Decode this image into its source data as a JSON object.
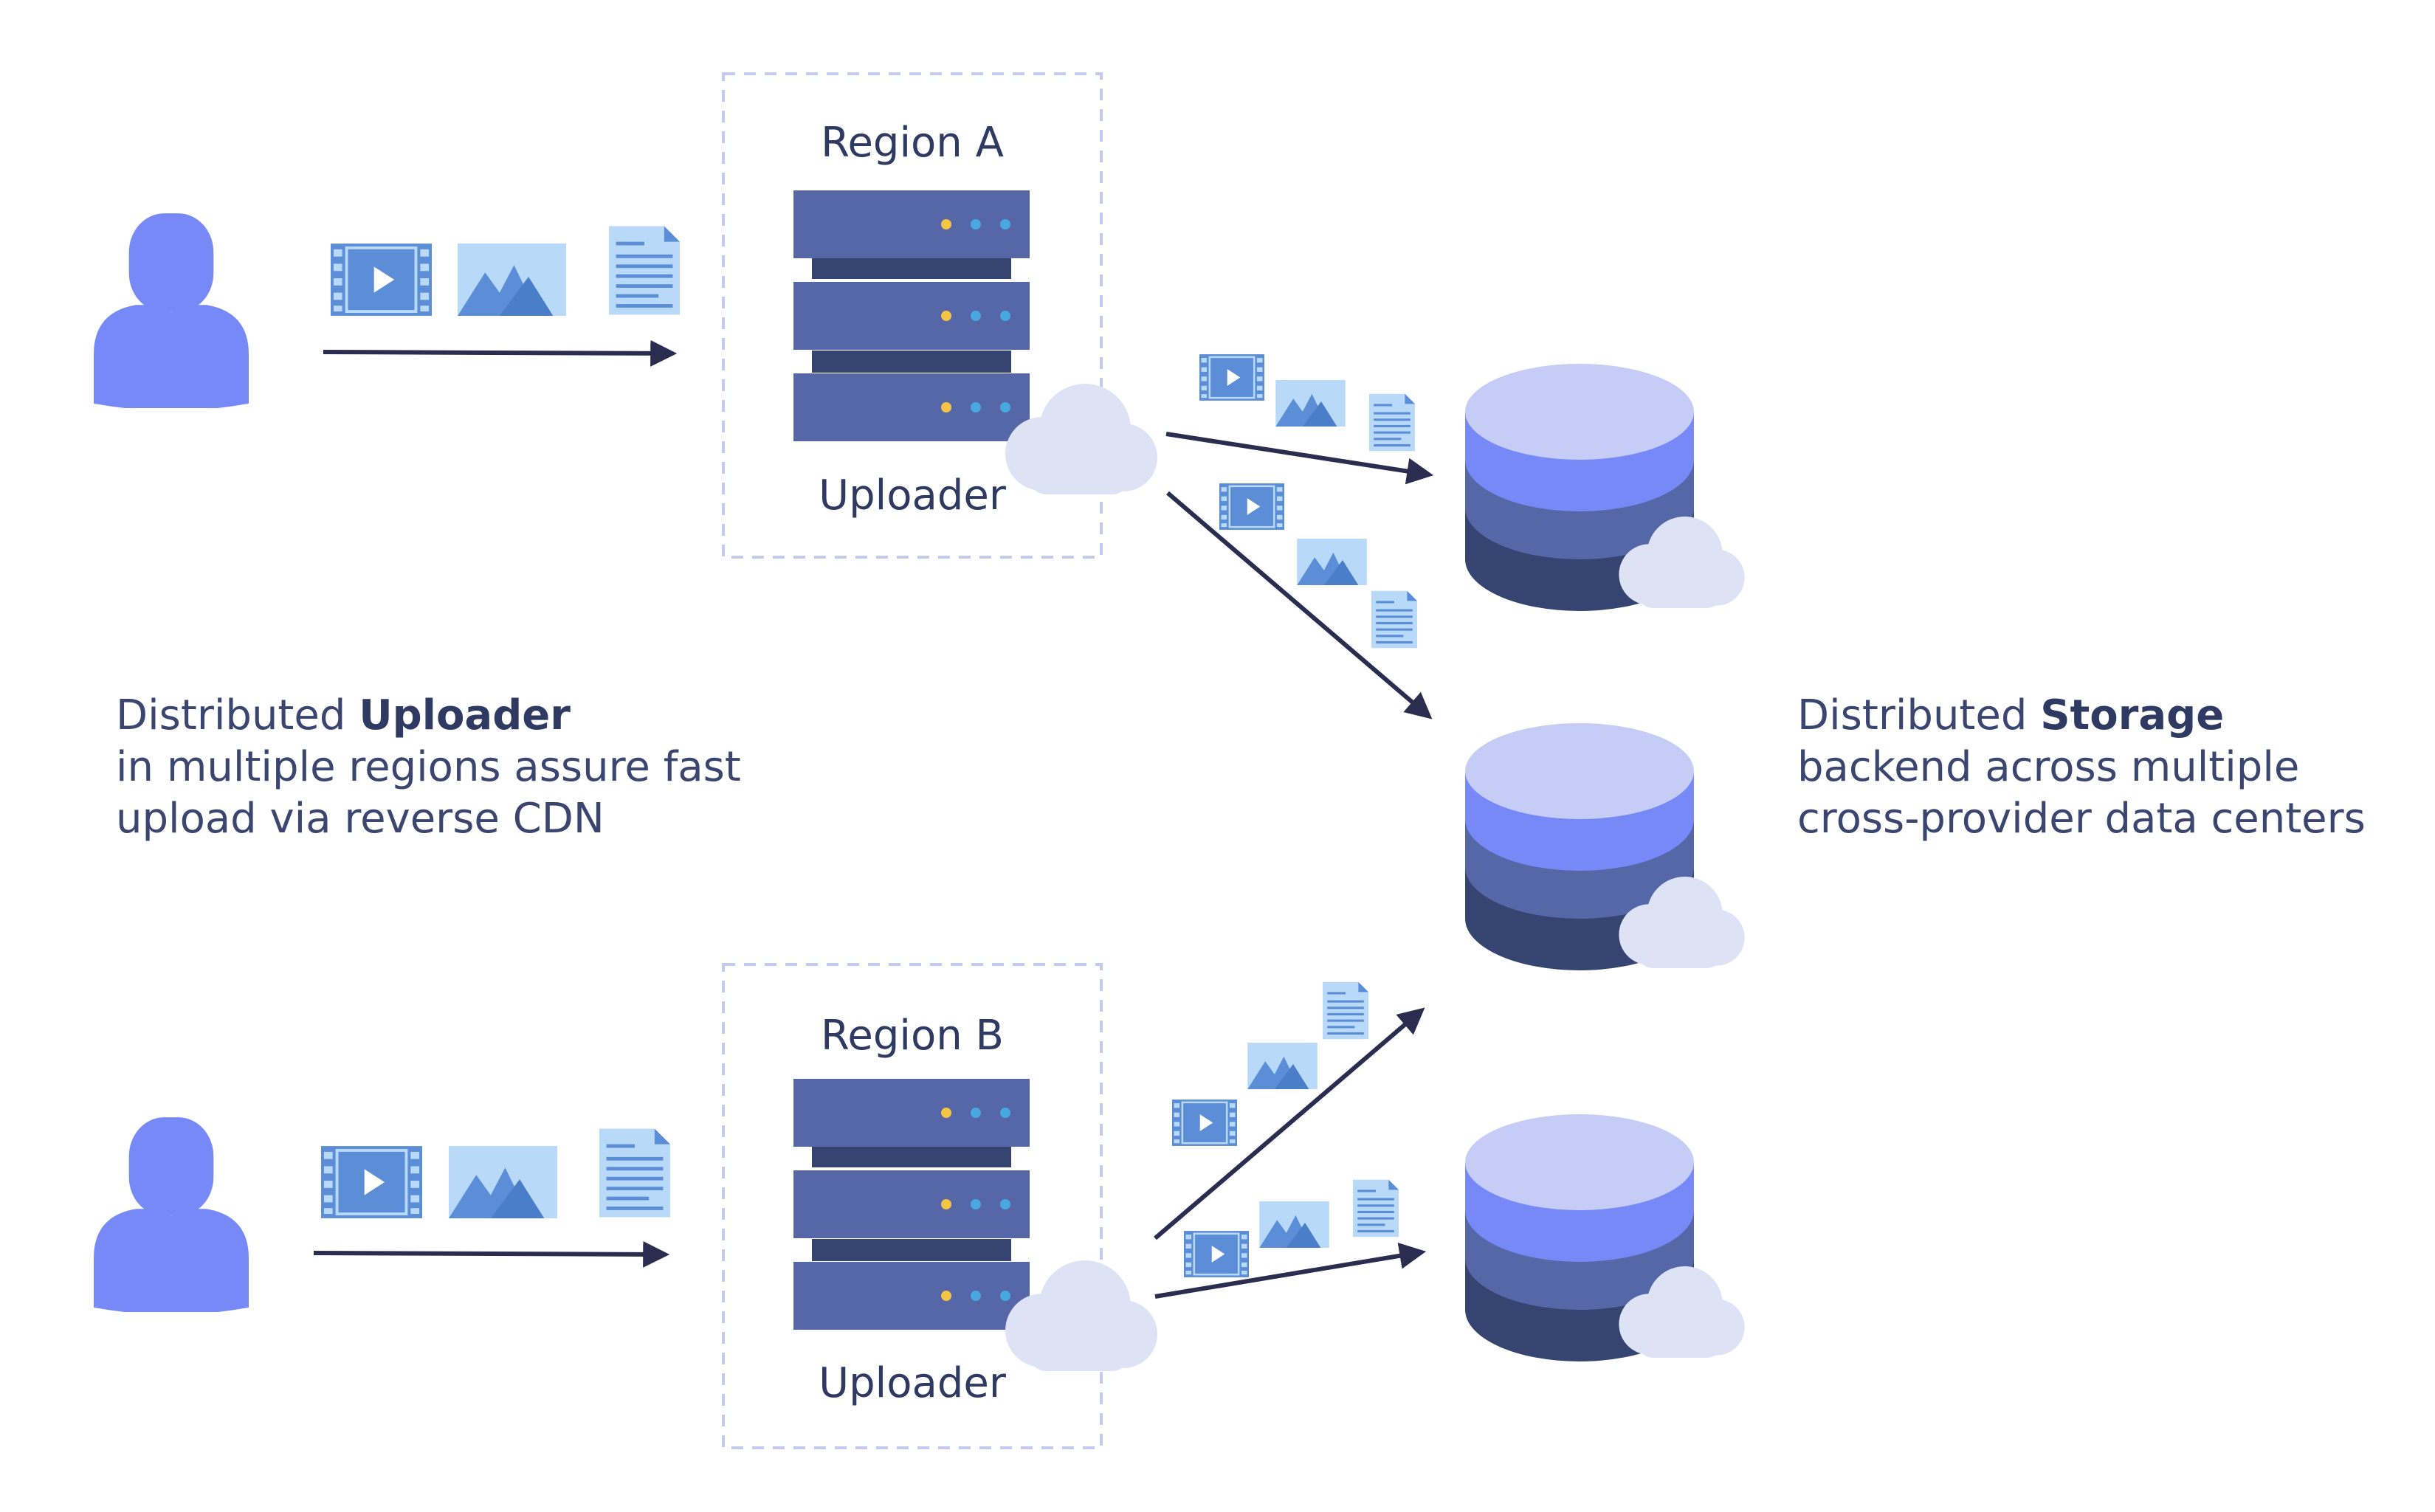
{
  "regions": {
    "a": {
      "title": "Region A",
      "caption": "Uploader"
    },
    "b": {
      "title": "Region B",
      "caption": "Uploader"
    }
  },
  "uploader_description": {
    "prefix": "Distributed ",
    "emphasis": "Uploader",
    "line2": "in multiple regions assure fast",
    "line3": "upload via reverse CDN"
  },
  "storage_description": {
    "prefix": "Distributed ",
    "emphasis": "Storage",
    "line2": "backend across multiple",
    "line3": "cross-provider data centers"
  },
  "icons": {
    "user": "user-icon",
    "video": "video-file-icon",
    "image": "image-file-icon",
    "document": "document-file-icon",
    "server": "server-rack-icon",
    "database": "database-icon",
    "cloud": "cloud-icon"
  },
  "colors": {
    "user": "#7789f6",
    "server_unit": "#5567a7",
    "server_gap": "#354470",
    "db_top": "#c5cdf7",
    "db_band1": "#7789f6",
    "db_band2": "#5567a7",
    "db_band3": "#354470",
    "cloud": "#dde2f5",
    "file_blue": "#5b8ed6",
    "file_light": "#b8d9f7",
    "arrow": "#2a2d4f",
    "dashed_border": "#c4caf0",
    "led_yellow": "#f5c443",
    "led_blue": "#46a8df"
  }
}
